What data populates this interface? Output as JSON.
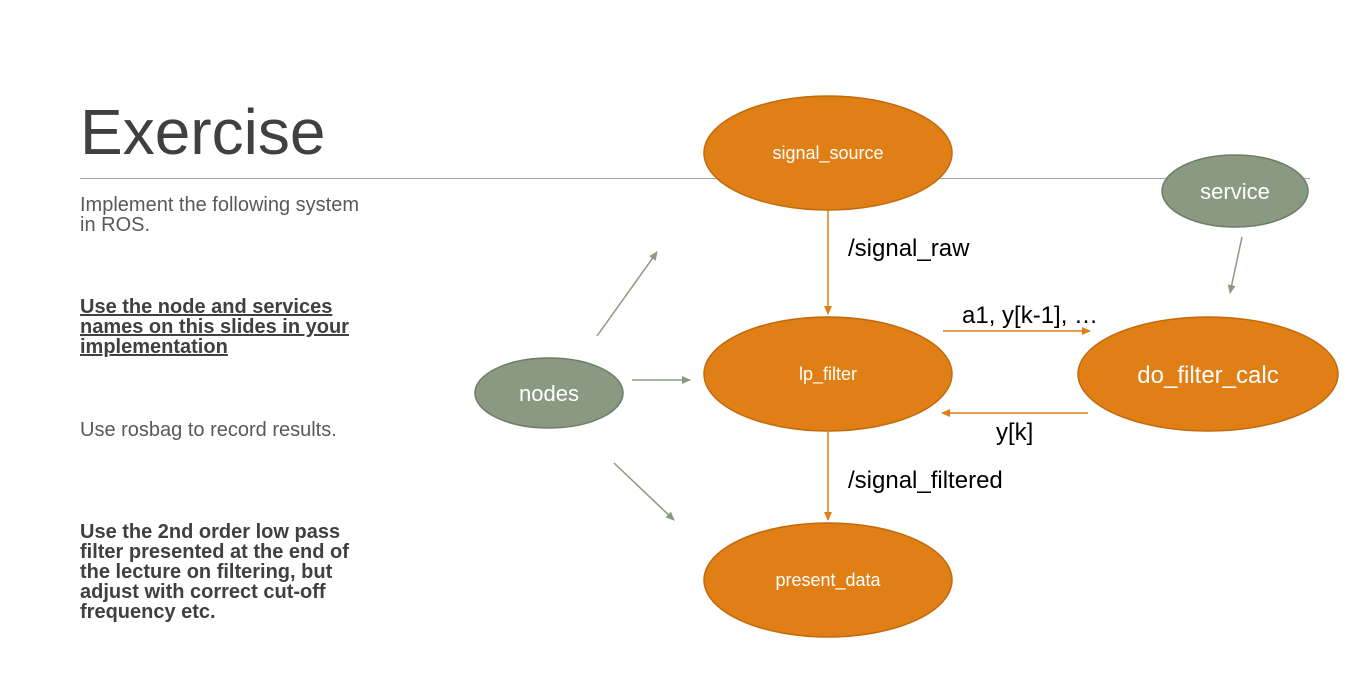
{
  "slide": {
    "title": "Exercise",
    "paragraphs": {
      "p1": "Implement the following system in ROS.",
      "p2": "Use the node and services names on this slides in your implementation",
      "p3": "Use rosbag to record results.",
      "p4": "Use the 2nd order low pass filter presented at the end of the lecture on filtering, but adjust with correct cut-off frequency etc."
    }
  },
  "diagram": {
    "nodes": {
      "signal_source": "signal_source",
      "lp_filter": "lp_filter",
      "present_data": "present_data",
      "do_filter_calc": "do_filter_calc",
      "legend_nodes": "nodes",
      "legend_service": "service"
    },
    "edge_labels": {
      "signal_raw": "/signal_raw",
      "signal_filtered": "/signal_filtered",
      "request": "a1, y[k-1], …",
      "response": "y[k]"
    },
    "colors": {
      "orange": "#e07f16",
      "orange_stroke": "#c26a0c",
      "gray_green": "#8a9a82",
      "gray_green_stroke": "#6e7d66",
      "text_dark": "#404040",
      "text_body": "#595959"
    }
  }
}
